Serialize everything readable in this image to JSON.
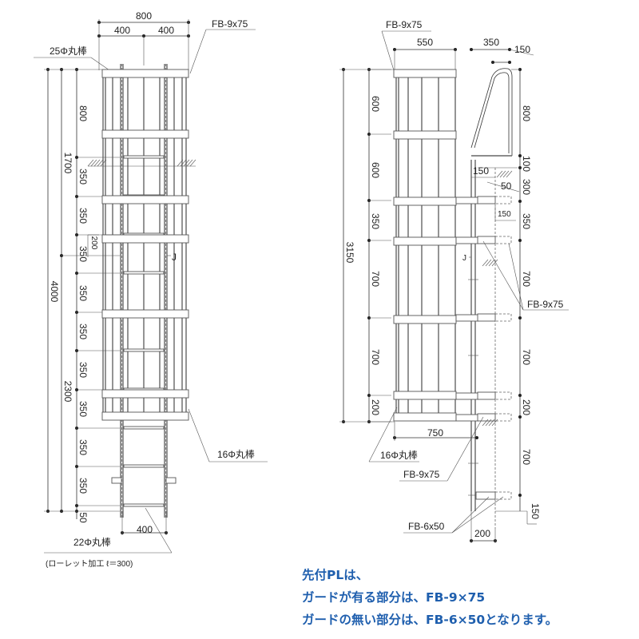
{
  "left_view": {
    "top_width": "800",
    "top_half_left": "400",
    "top_half_right": "400",
    "fb_label": "FB-9x75",
    "rod25_label": "25Φ丸棒",
    "overall_height": "4000",
    "upper_height": "1700",
    "lower_height": "2300",
    "segments": [
      "800",
      "350",
      "350",
      "350",
      "350",
      "350",
      "350",
      "350",
      "350",
      "350",
      "50"
    ],
    "small_200": "200",
    "j_mark": "J",
    "rod16_label": "16Φ丸棒",
    "bottom_width": "400",
    "rod22_label": "22Φ丸棒",
    "knurl_note": "(ローレット加工 ℓ＝300)"
  },
  "right_view": {
    "fb_label_top": "FB-9x75",
    "cage_width": "550",
    "handrail_depth": "350",
    "handrail_top": "150",
    "overall_height": "3150",
    "left_segments": [
      "600",
      "600",
      "350",
      "700",
      "700",
      "200"
    ],
    "right_segments": [
      "800",
      "100",
      "300",
      "350",
      "700",
      "700",
      "200",
      "700"
    ],
    "bottom_150": "150",
    "bracket_150": "150",
    "bracket_50": "50",
    "bracket_150b": "150",
    "j_mark": "J",
    "fb_label_mid": "FB-9x75",
    "cage_depth": "750",
    "rod16_label": "16Φ丸棒",
    "fb_label_low": "FB-9x75",
    "fb65_label": "FB-6x50",
    "wall_offset": "200"
  },
  "notes": {
    "line1": "先付PLは、",
    "line2": "ガードが有る部分は、FB-9×75",
    "line3": "ガードの無い部分は、FB-6×50となります。"
  },
  "colors": {
    "note": "#1f5fae",
    "line": "#333333"
  }
}
